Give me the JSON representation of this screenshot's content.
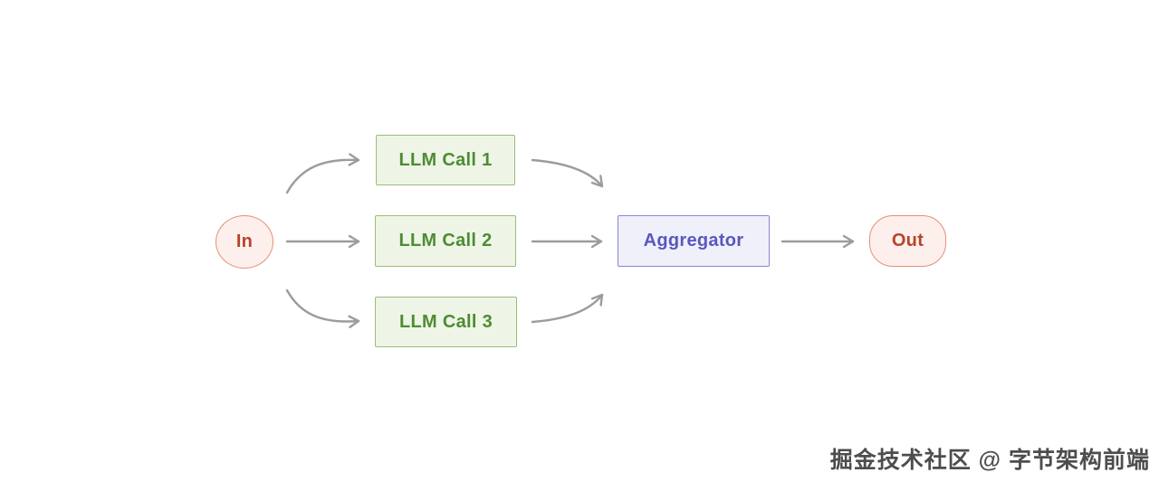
{
  "colors": {
    "background": "#ffffff",
    "red_fill": "#fdf0ec",
    "red_border": "#e29079",
    "red_text": "#b5452c",
    "green_fill": "#eef5e7",
    "green_border": "#9cbc78",
    "green_text": "#4e8c33",
    "purple_fill": "#f0f0fb",
    "purple_border": "#8787d0",
    "purple_text": "#5858bd",
    "arrow": "#9c9c9c",
    "watermark_text": "#4d4d4d"
  },
  "nodes": {
    "in": {
      "label": "In"
    },
    "llm_call_1": {
      "label": "LLM Call 1"
    },
    "llm_call_2": {
      "label": "LLM Call 2"
    },
    "llm_call_3": {
      "label": "LLM Call 3"
    },
    "aggregator": {
      "label": "Aggregator"
    },
    "out": {
      "label": "Out"
    }
  },
  "watermark": {
    "text": "掘金技术社区 @ 字节架构前端"
  }
}
